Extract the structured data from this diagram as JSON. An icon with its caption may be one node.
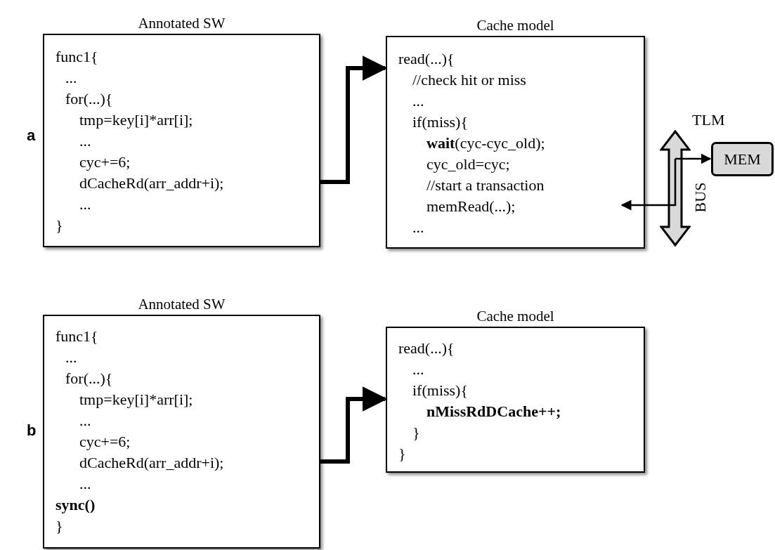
{
  "diagram": {
    "nodes": [
      {
        "text": [
          "Annotated SW",
          "func1{",
          "...",
          "for(...){",
          "tmp=key[i]*arr[i];",
          "...",
          "cyc+=6;",
          "dCacheRd(arr_addr+i);",
          "...",
          "}"
        ]
      },
      {
        "text": [
          "Cache model",
          "read(...){",
          "//check hit or miss",
          "...",
          "if(miss){",
          "**wait**(cyc-cyc_old);",
          "cyc_old=cyc;",
          "//start a transaction",
          "memRead(...);",
          "..."
        ]
      },
      {
        "text": [
          "BUS"
        ]
      },
      {
        "text": [
          "MEM"
        ]
      },
      {
        "text": [
          "Annotated SW",
          "func1{",
          "...",
          "for(...){",
          "tmp=key[i]*arr[i];",
          "...",
          "cyc+=6;",
          "dCacheRd(arr_addr+i);",
          "...",
          "sync()",
          "}"
        ]
      },
      {
        "text": [
          "Cache model",
          "read(...){",
          "...",
          "if(miss){",
          "nMissRdDCache++;",
          "}",
          "}"
        ]
      }
    ],
    "edges": [
      {
        "from": 0,
        "to": 1,
        "arrow": "to",
        "style": "thick"
      },
      {
        "from": 2,
        "to": 1,
        "arrow": "to"
      },
      {
        "from": 2,
        "to": 3,
        "arrow": "to"
      },
      {
        "from": 4,
        "to": 5,
        "arrow": "to",
        "style": "thick"
      }
    ],
    "labels": [
      "a",
      "TLM",
      "b"
    ]
  }
}
